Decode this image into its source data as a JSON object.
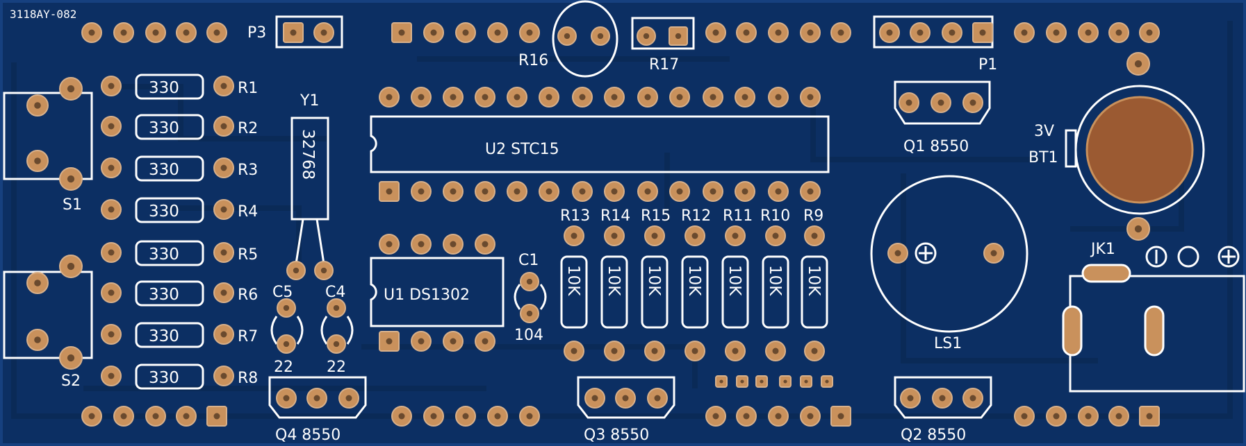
{
  "board": {
    "id_code": "3118AY-082",
    "colors": {
      "substrate": "#0c2f63",
      "substrate_light": "#16407f",
      "trace": "#0a2a57",
      "pad": "#c9915c",
      "pad_inner": "#d8b08a",
      "silk": "#ffffff"
    }
  },
  "labels": {
    "p3": "P3",
    "p1": "P1",
    "r16": "R16",
    "r17": "R17",
    "r1": "R1",
    "r2": "R2",
    "r3": "R3",
    "r4": "R4",
    "r5": "R5",
    "r6": "R6",
    "r7": "R7",
    "r8": "R8",
    "y1": "Y1",
    "y1_value": "32768",
    "u2": "U2  STC15",
    "u1": "U1  DS1302",
    "c1": "C1",
    "c1_value": "104",
    "c5": "C5",
    "c4": "C4",
    "c5_value": "22",
    "c4_value": "22",
    "s1": "S1",
    "s2": "S2",
    "q1": "Q1   8550",
    "q2": "Q2   8550",
    "q3": "Q3   8550",
    "q4": "Q4   8550",
    "bt1_voltage": "3V",
    "bt1": "BT1",
    "ls1": "LS1",
    "jk1": "JK1",
    "r13": "R13",
    "r14": "R14",
    "r15": "R15",
    "r12": "R12",
    "r11": "R11",
    "r10": "R10",
    "r9": "R9"
  },
  "resistor_value_left": "330",
  "resistor_value_right": "10K"
}
